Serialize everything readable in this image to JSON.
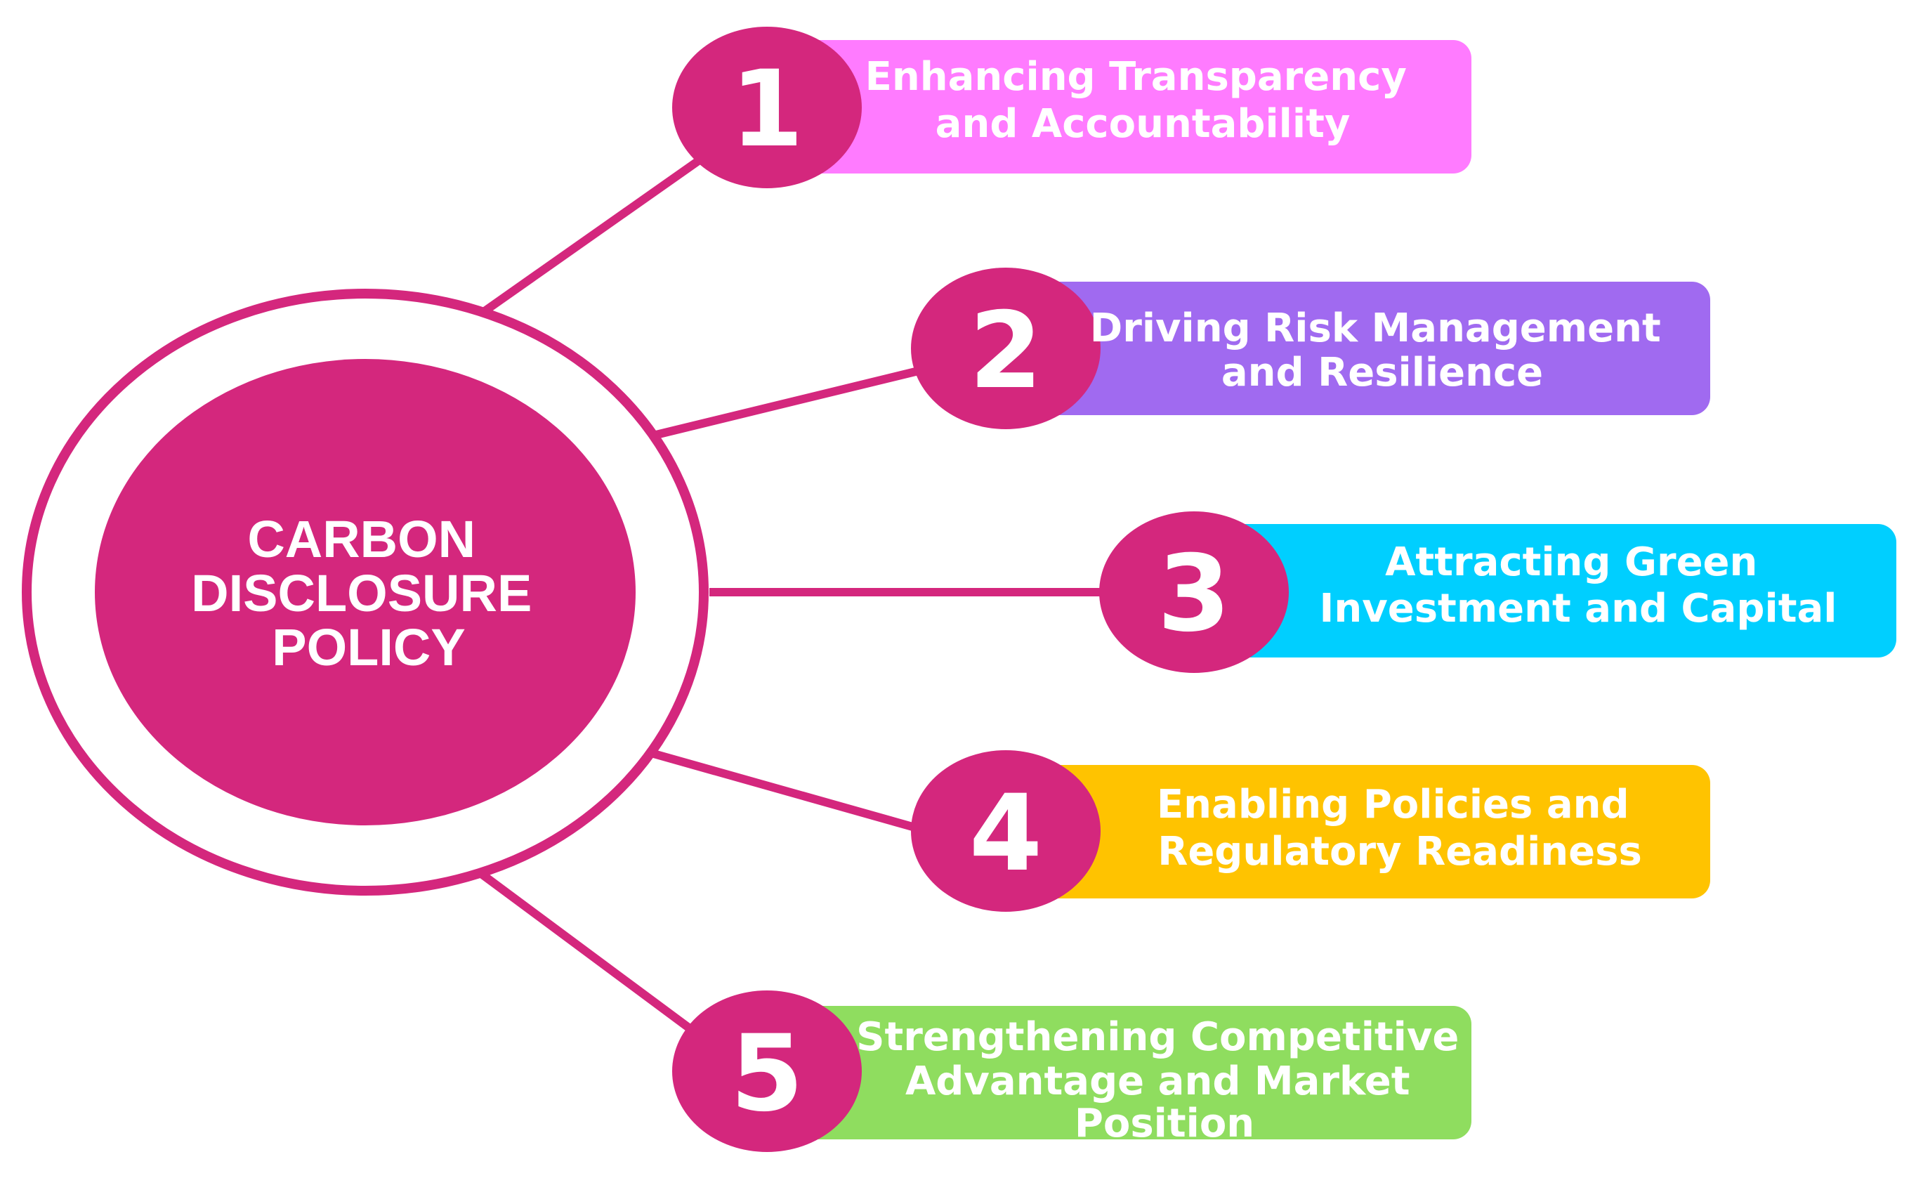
{
  "center": {
    "lines": [
      "CARBON",
      "DISCLOSURE",
      "POLICY"
    ],
    "color": "#D4277D"
  },
  "connector_color": "#D4277D",
  "items": [
    {
      "number": "1",
      "lines": [
        "Enhancing Transparency",
        "and Accountability"
      ],
      "color": "#FF7BFF"
    },
    {
      "number": "2",
      "lines": [
        "Driving Risk Management",
        "and Resilience"
      ],
      "color": "#A06AF0"
    },
    {
      "number": "3",
      "lines": [
        "Attracting Green",
        "Investment and Capital"
      ],
      "color": "#00CFFF"
    },
    {
      "number": "4",
      "lines": [
        "Enabling Policies and",
        "Regulatory Readiness"
      ],
      "color": "#FFC300"
    },
    {
      "number": "5",
      "lines": [
        "Strengthening Competitive",
        "Advantage and Market",
        "Position"
      ],
      "color": "#8FDD5F"
    }
  ]
}
